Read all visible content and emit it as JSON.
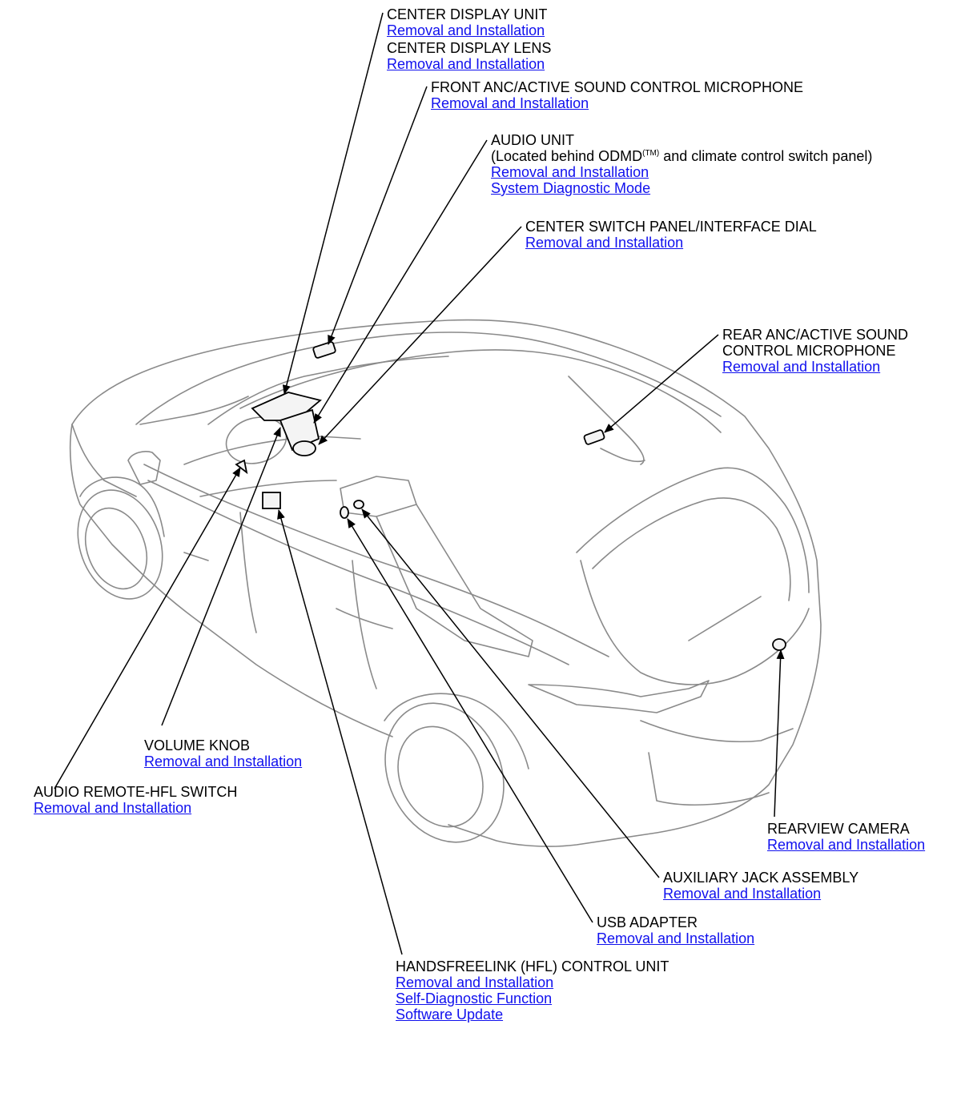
{
  "colors": {
    "link": "#1010ee",
    "text": "#000000",
    "car_line": "#8a8a8a",
    "leader": "#000000"
  },
  "components": {
    "center_display_unit": {
      "title": "CENTER DISPLAY UNIT",
      "links": [
        "Removal and Installation"
      ]
    },
    "center_display_lens": {
      "title": "CENTER DISPLAY LENS",
      "links": [
        "Removal and Installation"
      ]
    },
    "front_anc_microphone": {
      "title": "FRONT ANC/ACTIVE SOUND CONTROL MICROPHONE",
      "links": [
        "Removal and Installation"
      ]
    },
    "audio_unit": {
      "title": "AUDIO UNIT",
      "note_prefix": "(Located behind ODMD",
      "note_sup": "(TM)",
      "note_suffix": " and climate control switch panel)",
      "links": [
        "Removal and Installation",
        "System Diagnostic Mode"
      ]
    },
    "center_switch_panel": {
      "title": "CENTER SWITCH PANEL/INTERFACE DIAL",
      "links": [
        "Removal and Installation"
      ]
    },
    "rear_anc_microphone": {
      "title_lines": [
        "REAR ANC/ACTIVE SOUND",
        "CONTROL MICROPHONE"
      ],
      "links": [
        "Removal and Installation"
      ]
    },
    "volume_knob": {
      "title": "VOLUME KNOB",
      "links": [
        "Removal and Installation"
      ]
    },
    "audio_remote_hfl_switch": {
      "title": "AUDIO REMOTE-HFL SWITCH",
      "links": [
        "Removal and Installation"
      ]
    },
    "rearview_camera": {
      "title": "REARVIEW CAMERA",
      "links": [
        "Removal and Installation"
      ]
    },
    "auxiliary_jack_assembly": {
      "title": "AUXILIARY JACK ASSEMBLY",
      "links": [
        "Removal and Installation"
      ]
    },
    "usb_adapter": {
      "title": "USB ADAPTER",
      "links": [
        "Removal and Installation"
      ]
    },
    "hfl_control_unit": {
      "title": "HANDSFREELINK (HFL) CONTROL UNIT",
      "links": [
        "Removal and Installation",
        "Self-Diagnostic Function",
        "Software Update"
      ]
    }
  }
}
